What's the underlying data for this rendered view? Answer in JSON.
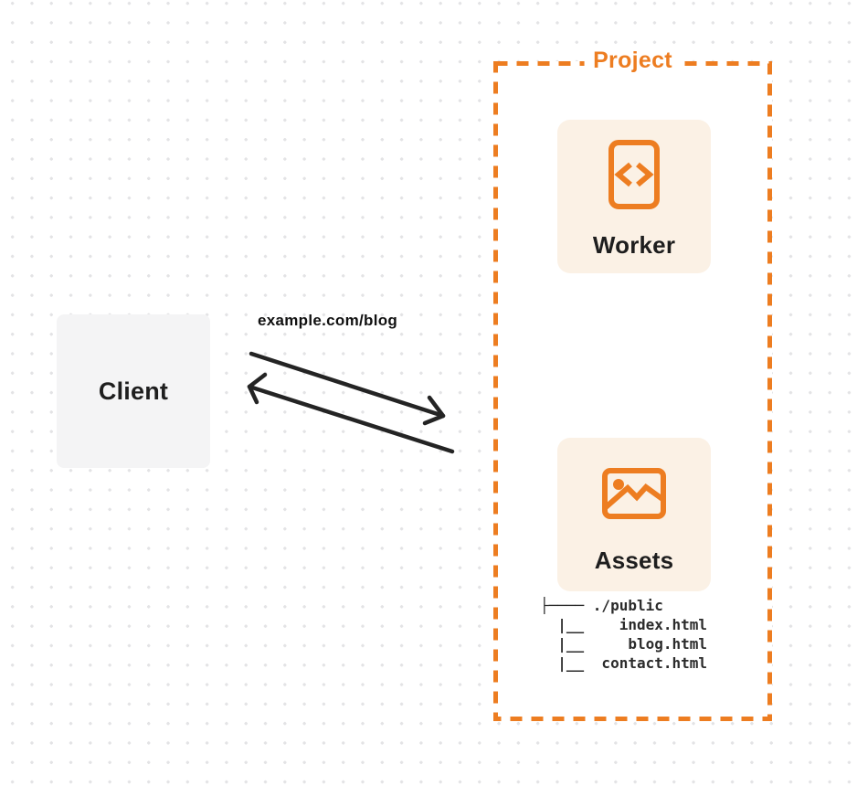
{
  "theme": {
    "orange": "#ED7D21",
    "cream": "#FBF1E5",
    "client-bg": "#F4F4F5",
    "arrow": "#242424",
    "dot": "#E3E3E5",
    "ink": "#1E1E1E",
    "tree-ink": "#2B2B2B"
  },
  "diagram": {
    "client": {
      "label": "Client"
    },
    "request": {
      "url_label": "example.com/blog"
    },
    "project": {
      "label": "Project",
      "worker": {
        "label": "Worker",
        "icon": "code-icon"
      },
      "assets": {
        "label": "Assets",
        "icon": "image-icon",
        "file_tree": [
          "├──── ./public",
          "  |__    index.html",
          "  |__     blog.html",
          "  |__  contact.html"
        ]
      }
    }
  }
}
